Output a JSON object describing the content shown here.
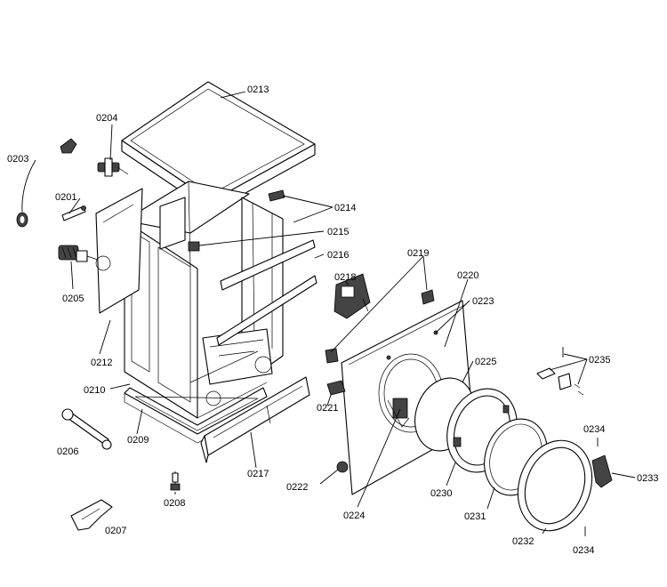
{
  "labels": {
    "l0213": "0213",
    "l0204": "0204",
    "l0203": "0203",
    "l0201": "0201",
    "l0205": "0205",
    "l0212": "0212",
    "l0210": "0210",
    "l0206": "0206",
    "l0209": "0209",
    "l0208": "0208",
    "l0207": "0207",
    "l0217": "0217",
    "l0214": "0214",
    "l0215": "0215",
    "l0216": "0216",
    "l0218": "0218",
    "l0219": "0219",
    "l0220": "0220",
    "l0223": "0223",
    "l0221": "0221",
    "l0225": "0225",
    "l0222": "0222",
    "l0224": "0224",
    "l0230": "0230",
    "l0231": "0231",
    "l0232": "0232",
    "l0235": "0235",
    "l0234a": "0234",
    "l0234b": "0234",
    "l0233": "0233"
  }
}
